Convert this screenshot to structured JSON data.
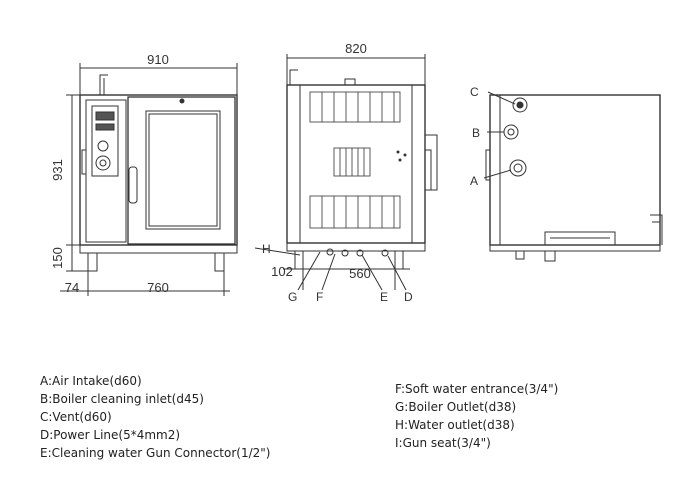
{
  "dimensions": {
    "width_front": "910",
    "width_side": "820",
    "height_body": "931",
    "height_legs": "150",
    "left_offset": "74",
    "leg_span": "760",
    "rear_offset": "102",
    "rear_span": "560"
  },
  "callouts": {
    "front_h": "H",
    "side_g": "G",
    "side_f": "F",
    "side_e": "E",
    "side_d": "D",
    "rear_c": "C",
    "rear_b": "B",
    "rear_a": "A"
  },
  "legend": {
    "left": [
      "A:Air Intake(d60)",
      "B:Boiler cleaning inlet(d45)",
      "C:Vent(d60)",
      "D:Power Line(5*4mm2)",
      "E:Cleaning water Gun Connector(1/2\")"
    ],
    "right": [
      "F:Soft water entrance(3/4\")",
      "G:Boiler Outlet(d38)",
      "H:Water outlet(d38)",
      "I:Gun seat(3/4\")"
    ]
  }
}
